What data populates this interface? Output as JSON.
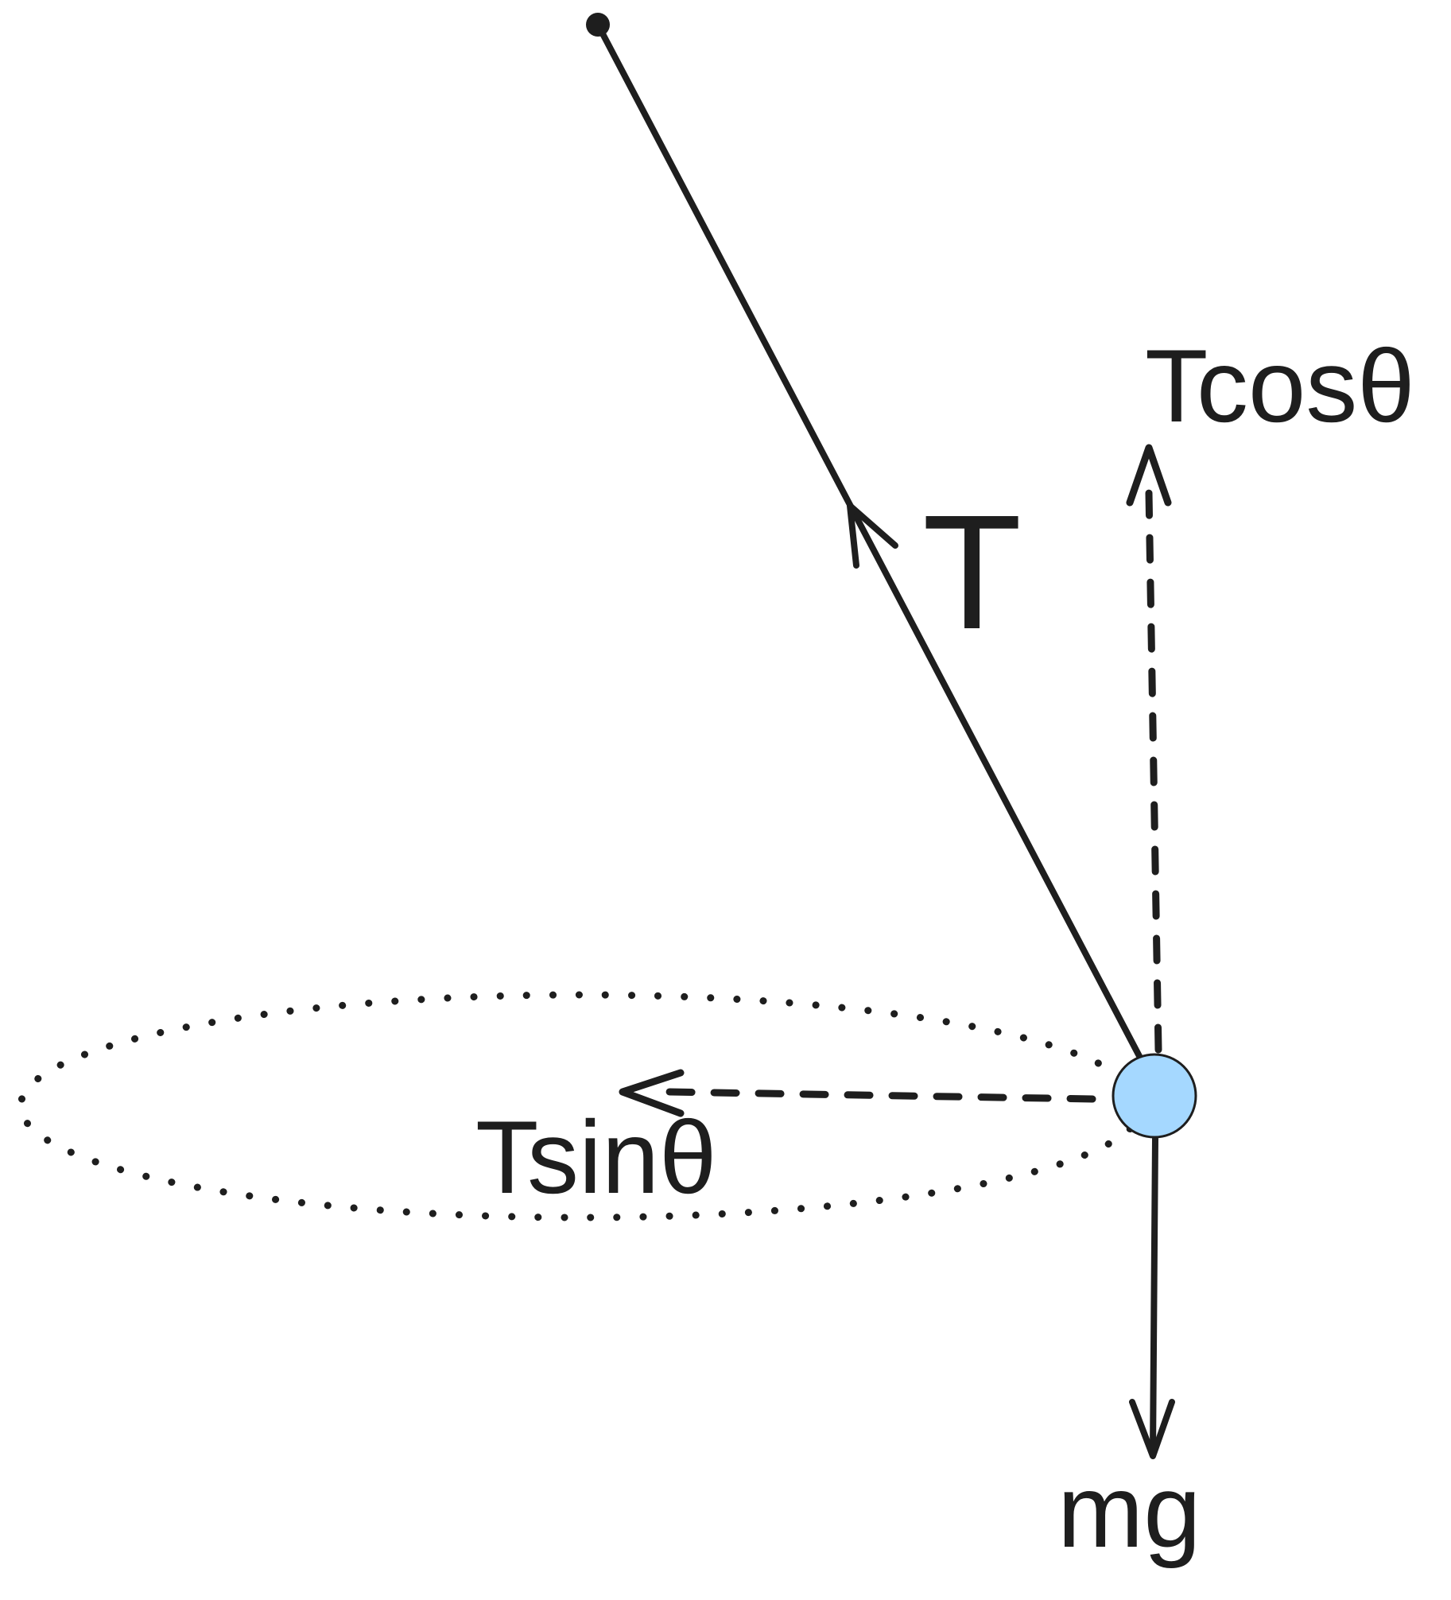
{
  "labels": {
    "tension": "T",
    "vertical_component": "Tcosθ",
    "horizontal_component": "Tsinθ",
    "weight": "mg"
  },
  "colors": {
    "stroke": "#1e1e1e",
    "bob_fill": "#a5d8ff"
  }
}
